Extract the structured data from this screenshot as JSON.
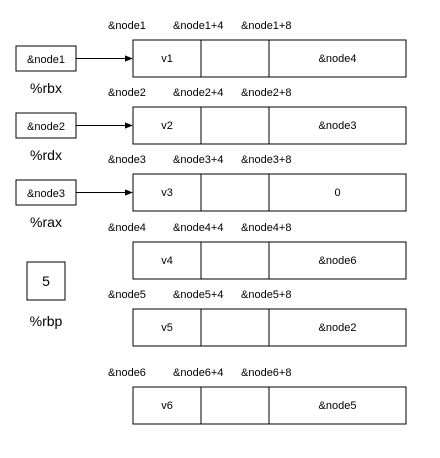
{
  "rows": [
    {
      "addrs": [
        "&node1",
        "&node1+4",
        "&node1+8"
      ],
      "value": "v1",
      "next": "&node4",
      "pointer": {
        "text": "&node1",
        "register": "%rbx"
      }
    },
    {
      "addrs": [
        "&node2",
        "&node2+4",
        "&node2+8"
      ],
      "value": "v2",
      "next": "&node3",
      "pointer": {
        "text": "&node2",
        "register": "%rdx"
      }
    },
    {
      "addrs": [
        "&node3",
        "&node3+4",
        "&node3+8"
      ],
      "value": "v3",
      "next": "0",
      "pointer": {
        "text": "&node3",
        "register": "%rax"
      }
    },
    {
      "addrs": [
        "&node4",
        "&node4+4",
        "&node4+8"
      ],
      "value": "v4",
      "next": "&node6"
    },
    {
      "addrs": [
        "&node5",
        "&node5+4",
        "&node5+8"
      ],
      "value": "v5",
      "next": "&node2"
    },
    {
      "addrs": [
        "&node6",
        "&node6+4",
        "&node6+8"
      ],
      "value": "v6",
      "next": "&node5"
    }
  ],
  "standalone": {
    "value": "5",
    "register": "%rbp"
  },
  "colors": {
    "stroke": "#000000",
    "fill": "#ffffff",
    "text": "#000000"
  }
}
